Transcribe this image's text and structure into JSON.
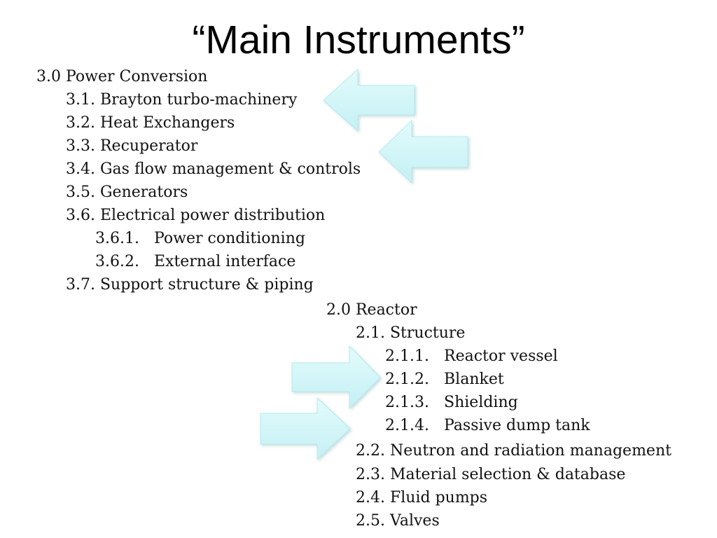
{
  "title": "“Main Instruments”",
  "power": {
    "heading": "3.0 Power Conversion",
    "items": [
      {
        "num": "3.1.",
        "label": "Brayton turbo-machinery"
      },
      {
        "num": "3.2.",
        "label": "Heat Exchangers"
      },
      {
        "num": "3.3.",
        "label": "Recuperator"
      },
      {
        "num": "3.4.",
        "label": "Gas flow management & controls"
      },
      {
        "num": "3.5.",
        "label": "Generators"
      },
      {
        "num": "3.6.",
        "label": "Electrical power distribution"
      },
      {
        "num": "3.6.1.",
        "label": "Power conditioning"
      },
      {
        "num": "3.6.2.",
        "label": "External interface"
      },
      {
        "num": "3.7.",
        "label": "Support structure & piping"
      }
    ]
  },
  "reactor": {
    "heading": "2.0 Reactor",
    "items": [
      {
        "num": "2.1.",
        "label": "Structure"
      },
      {
        "num": "2.1.1.",
        "label": "Reactor vessel"
      },
      {
        "num": "2.1.2.",
        "label": "Blanket"
      },
      {
        "num": "2.1.3.",
        "label": "Shielding"
      },
      {
        "num": "2.1.4.",
        "label": "Passive dump tank"
      },
      {
        "num": "2.2.",
        "label": "Neutron and radiation management"
      },
      {
        "num": "2.3.",
        "label": "Material selection & database"
      },
      {
        "num": "2.4.",
        "label": "Fluid pumps"
      },
      {
        "num": "2.5.",
        "label": "Valves"
      }
    ]
  },
  "colors": {
    "arrow_fill": "#d3f7f9",
    "arrow_edge": "#a7e6ec"
  }
}
